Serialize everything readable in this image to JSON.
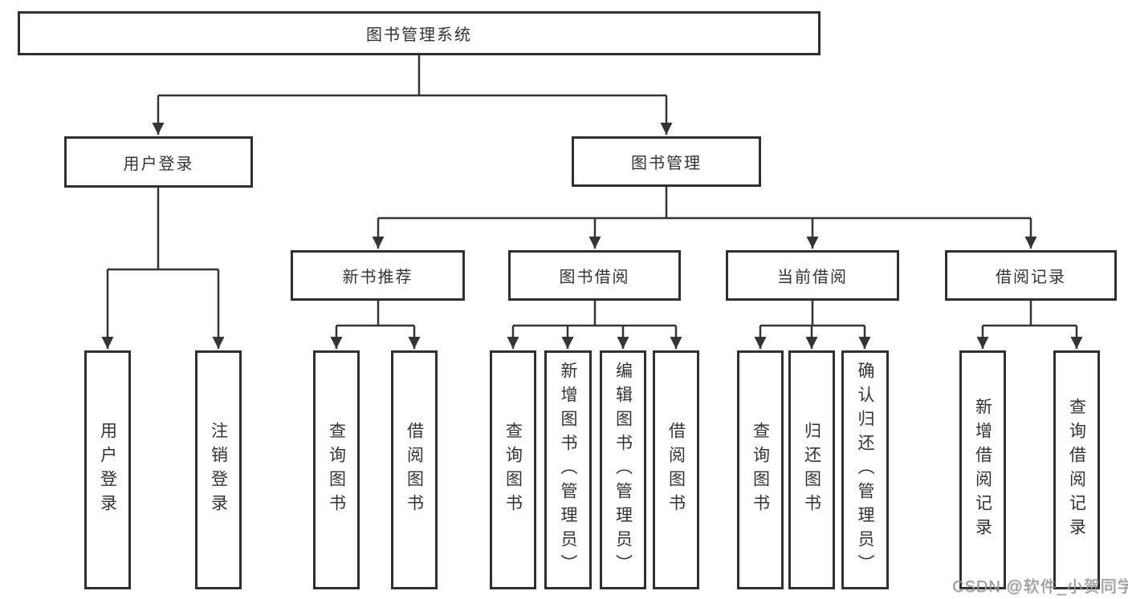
{
  "watermark": "CSDN @软件_小贺同学",
  "colors": {
    "line": "#343434",
    "box_border": "#2f2f2f",
    "text": "#333333",
    "watermark": "#999999"
  },
  "tree": {
    "label": "图书管理系统",
    "children": [
      {
        "label": "用户登录",
        "children": [
          {
            "label": "用户登录"
          },
          {
            "label": "注销登录"
          }
        ]
      },
      {
        "label": "图书管理",
        "children": [
          {
            "label": "新书推荐",
            "children": [
              {
                "label": "查询图书"
              },
              {
                "label": "借阅图书"
              }
            ]
          },
          {
            "label": "图书借阅",
            "children": [
              {
                "label": "查询图书"
              },
              {
                "label": "新增图书（管理员）"
              },
              {
                "label": "编辑图书（管理员）"
              },
              {
                "label": "借阅图书"
              }
            ]
          },
          {
            "label": "当前借阅",
            "children": [
              {
                "label": "查询图书"
              },
              {
                "label": "归还图书"
              },
              {
                "label": "确认归还（管理员）"
              }
            ]
          },
          {
            "label": "借阅记录",
            "children": [
              {
                "label": "新增借阅记录"
              },
              {
                "label": "查询借阅记录"
              }
            ]
          }
        ]
      }
    ]
  }
}
